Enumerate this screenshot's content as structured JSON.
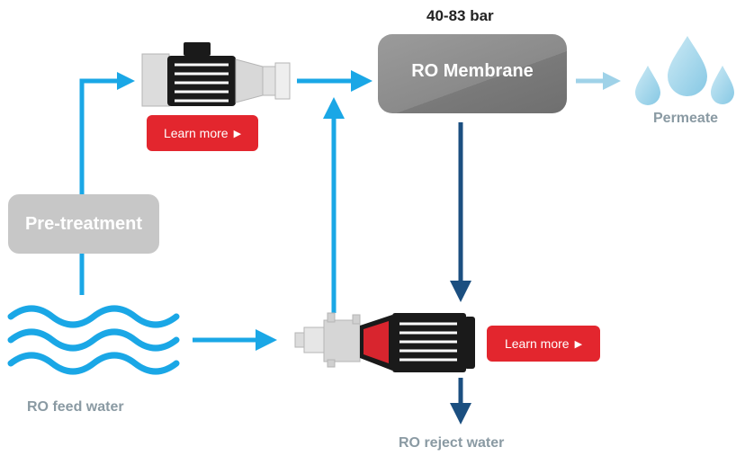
{
  "labels": {
    "pressure": "40-83 bar",
    "membrane": "RO Membrane",
    "permeate": "Permeate",
    "pretreatment": "Pre-treatment",
    "feed_water": "RO feed water",
    "reject_water": "RO reject water"
  },
  "buttons": {
    "learn_more_pump": "Learn more",
    "learn_more_exchanger": "Learn more",
    "arrow_icon": "▶"
  },
  "colors": {
    "flow_light_blue": "#1aa7e6",
    "reject_dark_blue": "#1b4f80",
    "permeate_pale_blue": "#9fd2e8",
    "button_red": "#e3262e",
    "pump_red_cone": "#d8252e"
  },
  "icons": [
    "water-waves-icon",
    "high-pressure-pump-icon",
    "pressure-exchanger-icon",
    "water-drops-icon"
  ]
}
